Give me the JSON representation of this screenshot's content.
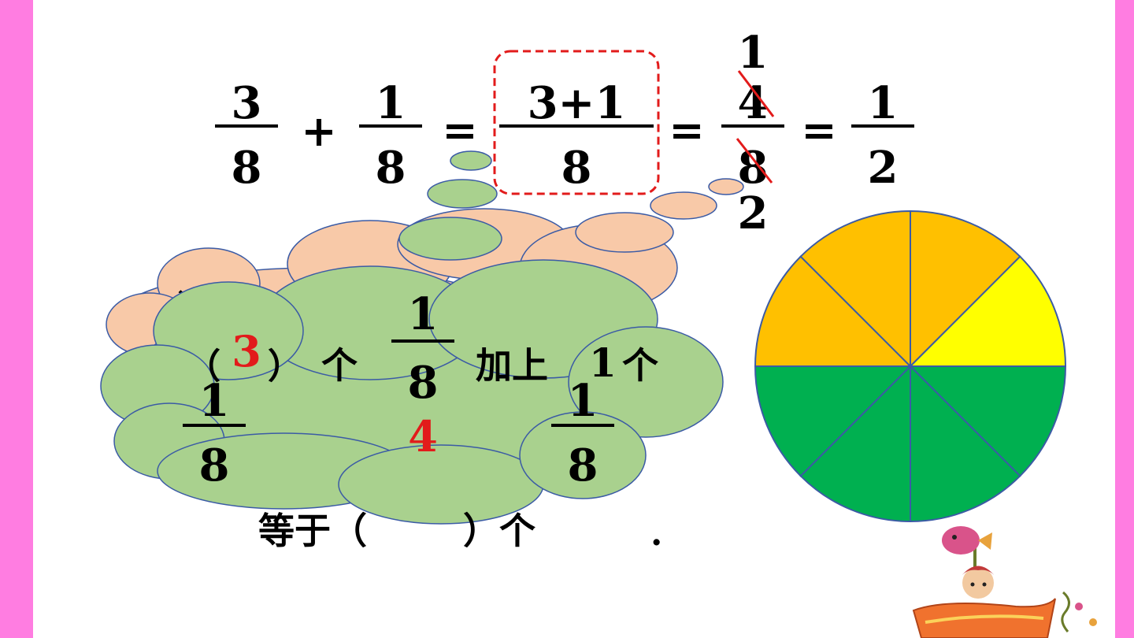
{
  "colors": {
    "side_bar": "#ff7de1",
    "cloud_back": "#f8c9a8",
    "cloud_front": "#a9d18e",
    "outline": "#3b5ba5",
    "box_dash": "#e21b1b",
    "slash": "#e21b1b",
    "answer_red": "#e21b1b",
    "pie_orange": "#ffc000",
    "pie_yellow": "#ffff00",
    "pie_green": "#00b050"
  },
  "equation": {
    "term1": {
      "num": "3",
      "den": "8"
    },
    "plus": "+",
    "term2": {
      "num": "1",
      "den": "8"
    },
    "eq": "=",
    "boxed": {
      "num": "3+1",
      "den": "8"
    },
    "reduced": {
      "num": "4",
      "den": "8",
      "num_over": "1",
      "den_under": "2"
    },
    "result": {
      "num": "1",
      "den": "2"
    }
  },
  "explanation": {
    "hidden_text": "计算",
    "paren_open": "（",
    "paren_close": "）",
    "answer1": "3",
    "ge": "个",
    "frac_a": {
      "num": "1",
      "den": "8"
    },
    "add_text": "加上",
    "one": "1",
    "ge2": "个",
    "frac_b": {
      "num": "1",
      "den": "8"
    },
    "answer2": "4",
    "frac_c": {
      "num": "1",
      "den": "8"
    },
    "line3": "等于（",
    "line3_b": "）个",
    "period": "."
  },
  "pie": {
    "slices": 8,
    "slice_colors": [
      "pie_orange",
      "pie_yellow",
      "pie_green",
      "pie_green",
      "pie_green",
      "pie_green",
      "pie_orange",
      "pie_orange"
    ]
  },
  "illustration": "cartoon-girl-in-boat-with-fish-icon"
}
